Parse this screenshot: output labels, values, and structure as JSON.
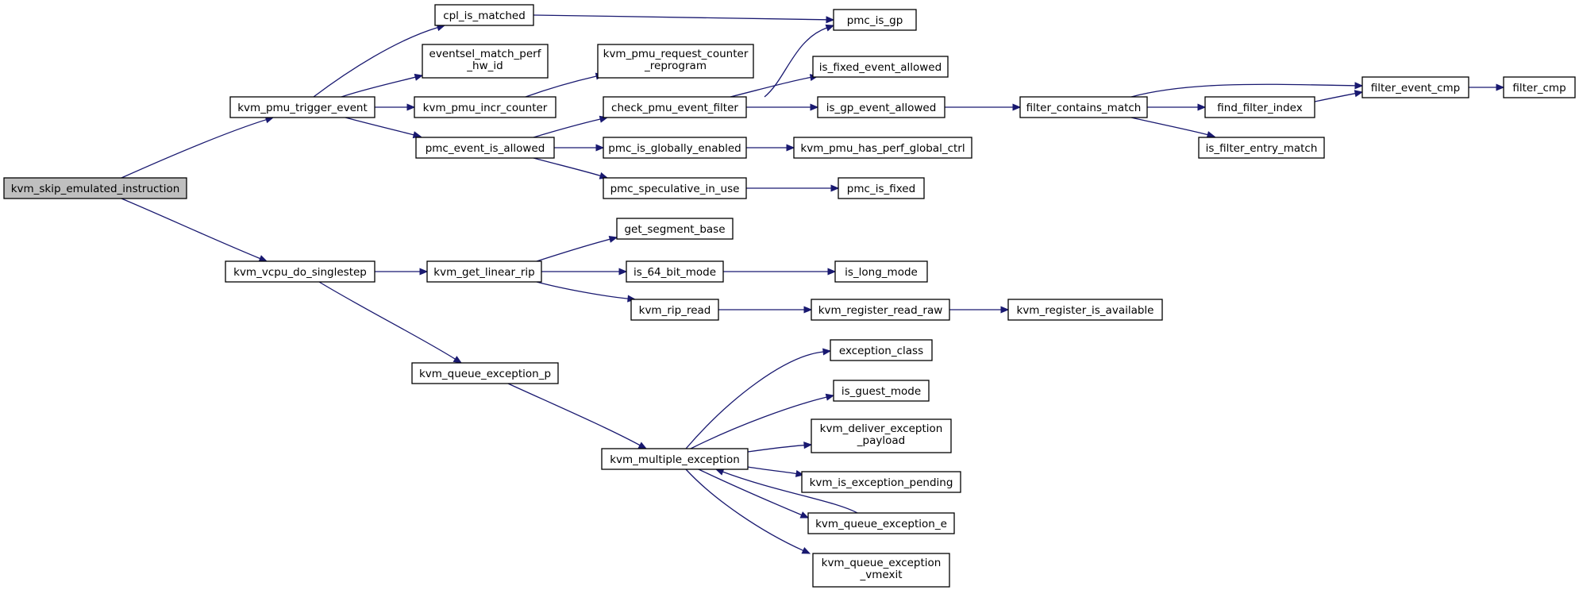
{
  "root": "kvm_skip_emulated_instruction",
  "nodes": {
    "kvm_skip_emulated_instruction": [
      "kvm_skip_emulated_instruction"
    ],
    "kvm_pmu_trigger_event": [
      "kvm_pmu_trigger_event"
    ],
    "kvm_vcpu_do_singlestep": [
      "kvm_vcpu_do_singlestep"
    ],
    "cpl_is_matched": [
      "cpl_is_matched"
    ],
    "eventsel_match_perf_hw_id": [
      "eventsel_match_perf",
      "_hw_id"
    ],
    "kvm_pmu_incr_counter": [
      "kvm_pmu_incr_counter"
    ],
    "pmc_event_is_allowed": [
      "pmc_event_is_allowed"
    ],
    "kvm_get_linear_rip": [
      "kvm_get_linear_rip"
    ],
    "kvm_queue_exception_p": [
      "kvm_queue_exception_p"
    ],
    "kvm_pmu_request_counter_reprogram": [
      "kvm_pmu_request_counter",
      "_reprogram"
    ],
    "check_pmu_event_filter": [
      "check_pmu_event_filter"
    ],
    "pmc_is_globally_enabled": [
      "pmc_is_globally_enabled"
    ],
    "pmc_speculative_in_use": [
      "pmc_speculative_in_use"
    ],
    "get_segment_base": [
      "get_segment_base"
    ],
    "is_64_bit_mode": [
      "is_64_bit_mode"
    ],
    "kvm_rip_read": [
      "kvm_rip_read"
    ],
    "kvm_multiple_exception": [
      "kvm_multiple_exception"
    ],
    "pmc_is_gp": [
      "pmc_is_gp"
    ],
    "is_fixed_event_allowed": [
      "is_fixed_event_allowed"
    ],
    "is_gp_event_allowed": [
      "is_gp_event_allowed"
    ],
    "kvm_pmu_has_perf_global_ctrl": [
      "kvm_pmu_has_perf_global_ctrl"
    ],
    "pmc_is_fixed": [
      "pmc_is_fixed"
    ],
    "is_long_mode": [
      "is_long_mode"
    ],
    "kvm_register_read_raw": [
      "kvm_register_read_raw"
    ],
    "kvm_register_is_available": [
      "kvm_register_is_available"
    ],
    "exception_class": [
      "exception_class"
    ],
    "is_guest_mode": [
      "is_guest_mode"
    ],
    "kvm_deliver_exception_payload": [
      "kvm_deliver_exception",
      "_payload"
    ],
    "kvm_is_exception_pending": [
      "kvm_is_exception_pending"
    ],
    "kvm_queue_exception_e": [
      "kvm_queue_exception_e"
    ],
    "kvm_queue_exception_vmexit": [
      "kvm_queue_exception",
      "_vmexit"
    ],
    "filter_contains_match": [
      "filter_contains_match"
    ],
    "filter_event_cmp": [
      "filter_event_cmp"
    ],
    "find_filter_index": [
      "find_filter_index"
    ],
    "is_filter_entry_match": [
      "is_filter_entry_match"
    ],
    "filter_cmp": [
      "filter_cmp"
    ]
  },
  "edges": [
    [
      "kvm_skip_emulated_instruction",
      "kvm_pmu_trigger_event"
    ],
    [
      "kvm_skip_emulated_instruction",
      "kvm_vcpu_do_singlestep"
    ],
    [
      "kvm_pmu_trigger_event",
      "cpl_is_matched"
    ],
    [
      "kvm_pmu_trigger_event",
      "eventsel_match_perf_hw_id"
    ],
    [
      "kvm_pmu_trigger_event",
      "kvm_pmu_incr_counter"
    ],
    [
      "kvm_pmu_trigger_event",
      "pmc_event_is_allowed"
    ],
    [
      "cpl_is_matched",
      "pmc_is_gp"
    ],
    [
      "kvm_pmu_incr_counter",
      "kvm_pmu_request_counter_reprogram"
    ],
    [
      "pmc_event_is_allowed",
      "check_pmu_event_filter"
    ],
    [
      "pmc_event_is_allowed",
      "pmc_is_globally_enabled"
    ],
    [
      "pmc_event_is_allowed",
      "pmc_speculative_in_use"
    ],
    [
      "check_pmu_event_filter",
      "pmc_is_gp"
    ],
    [
      "check_pmu_event_filter",
      "is_fixed_event_allowed"
    ],
    [
      "check_pmu_event_filter",
      "is_gp_event_allowed"
    ],
    [
      "is_gp_event_allowed",
      "filter_contains_match"
    ],
    [
      "filter_contains_match",
      "filter_event_cmp"
    ],
    [
      "filter_contains_match",
      "find_filter_index"
    ],
    [
      "filter_contains_match",
      "is_filter_entry_match"
    ],
    [
      "find_filter_index",
      "filter_event_cmp"
    ],
    [
      "filter_event_cmp",
      "filter_cmp"
    ],
    [
      "pmc_is_globally_enabled",
      "kvm_pmu_has_perf_global_ctrl"
    ],
    [
      "pmc_speculative_in_use",
      "pmc_is_fixed"
    ],
    [
      "kvm_vcpu_do_singlestep",
      "kvm_get_linear_rip"
    ],
    [
      "kvm_vcpu_do_singlestep",
      "kvm_queue_exception_p"
    ],
    [
      "kvm_get_linear_rip",
      "get_segment_base"
    ],
    [
      "kvm_get_linear_rip",
      "is_64_bit_mode"
    ],
    [
      "kvm_get_linear_rip",
      "kvm_rip_read"
    ],
    [
      "is_64_bit_mode",
      "is_long_mode"
    ],
    [
      "kvm_rip_read",
      "kvm_register_read_raw"
    ],
    [
      "kvm_register_read_raw",
      "kvm_register_is_available"
    ],
    [
      "kvm_queue_exception_p",
      "kvm_multiple_exception"
    ],
    [
      "kvm_multiple_exception",
      "exception_class"
    ],
    [
      "kvm_multiple_exception",
      "is_guest_mode"
    ],
    [
      "kvm_multiple_exception",
      "kvm_deliver_exception_payload"
    ],
    [
      "kvm_multiple_exception",
      "kvm_is_exception_pending"
    ],
    [
      "kvm_multiple_exception",
      "kvm_queue_exception_e"
    ],
    [
      "kvm_multiple_exception",
      "kvm_queue_exception_vmexit"
    ],
    [
      "kvm_queue_exception_e",
      "kvm_multiple_exception"
    ]
  ]
}
